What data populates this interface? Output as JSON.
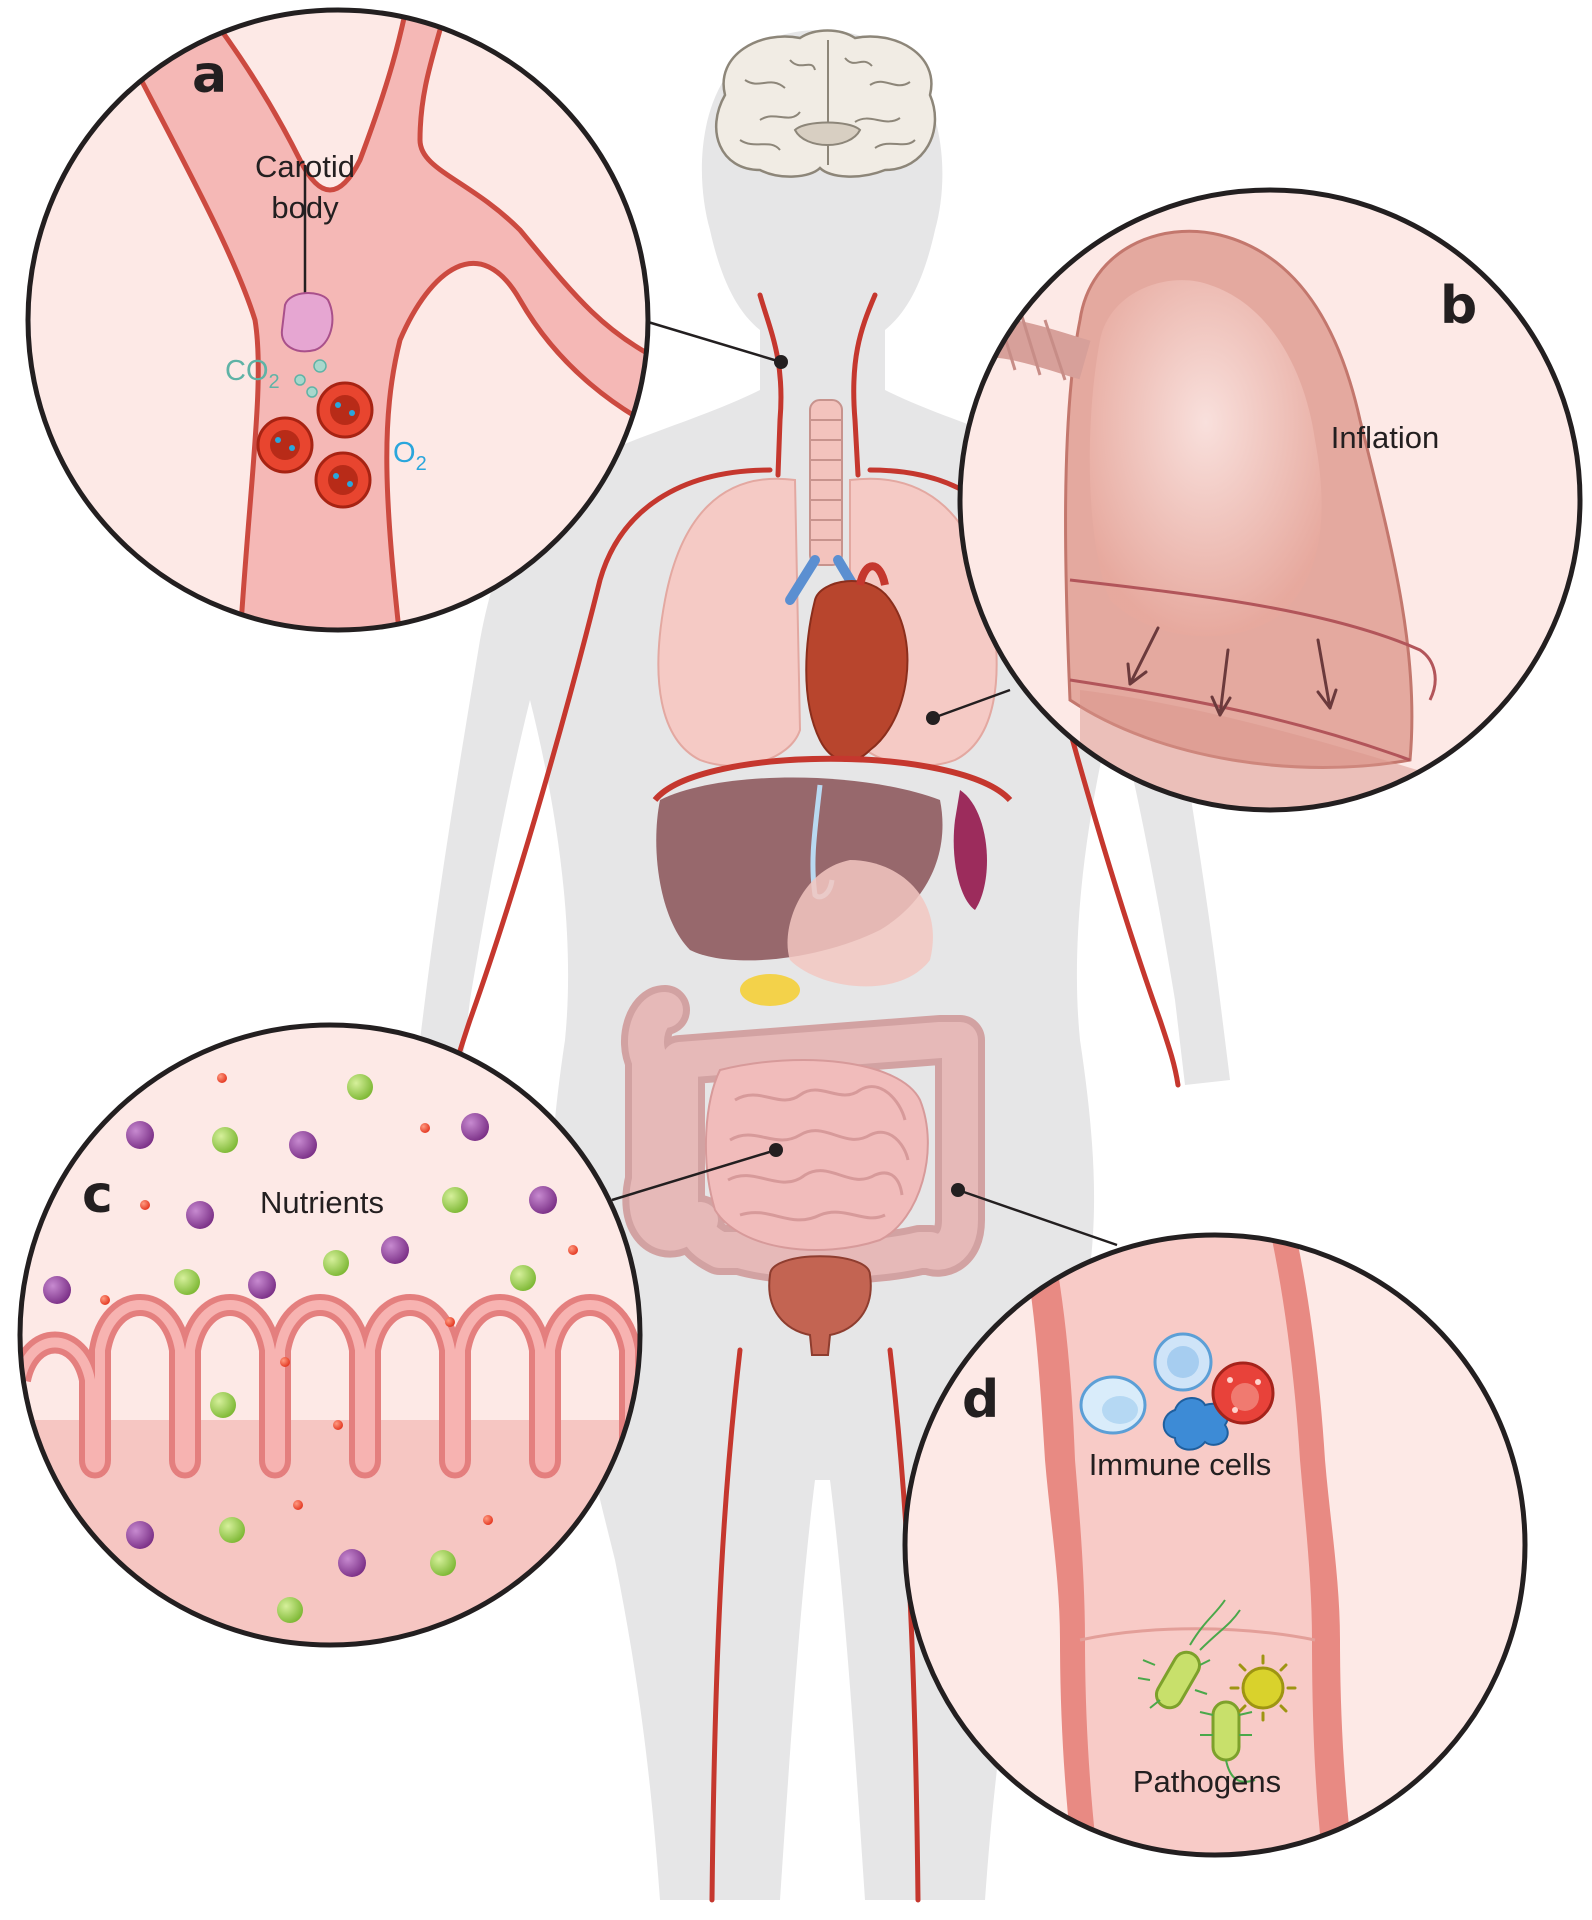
{
  "panels": {
    "a": {
      "letter": "a",
      "label_line1": "Carotid",
      "label_line2": "body",
      "co2_main": "CO",
      "co2_sub": "2",
      "o2_main": "O",
      "o2_sub": "2"
    },
    "b": {
      "letter": "b",
      "label": "Inflation"
    },
    "c": {
      "letter": "c",
      "label": "Nutrients"
    },
    "d": {
      "letter": "d",
      "label_top": "Immune cells",
      "label_bottom": "Pathogens"
    }
  },
  "colors": {
    "silhouette": "#e6e6e7",
    "circle_bg": "#fde9e6",
    "vessel": "#d0463c",
    "vessel_fill": "#f3b3b1",
    "co2": "#5fb3a6",
    "o2": "#2aa6dc",
    "nutrient_purple": "#8e3e98",
    "nutrient_green": "#8cc63f",
    "nutrient_red": "#e8412f"
  },
  "icons": [
    "brain-icon",
    "lung-icon",
    "heart-icon",
    "liver-icon",
    "intestine-icon",
    "bladder-icon",
    "red-blood-cell-icon",
    "bacteria-icon",
    "virus-icon",
    "immune-cell-icon"
  ]
}
